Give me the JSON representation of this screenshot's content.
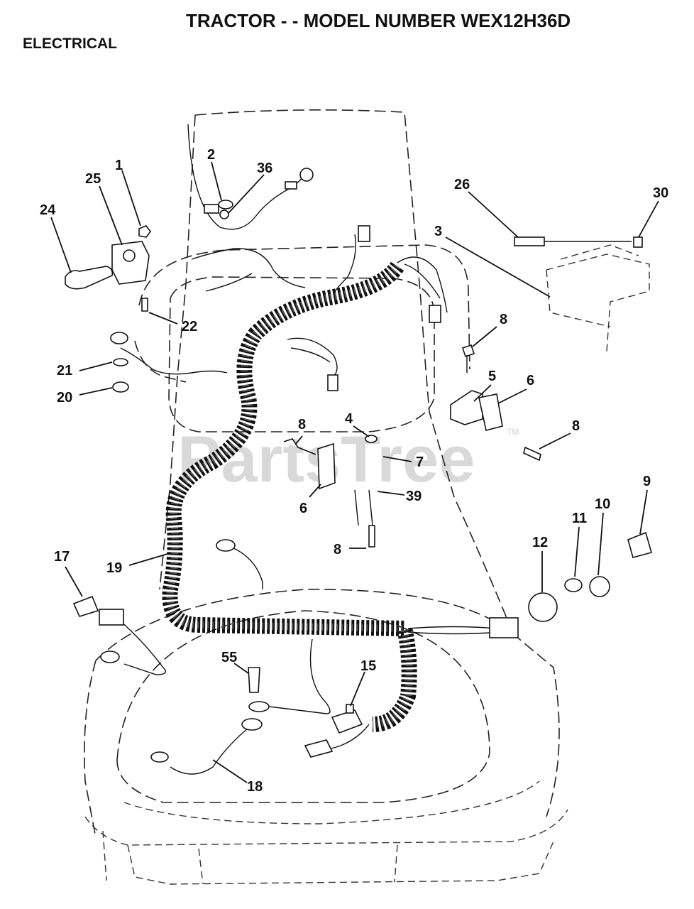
{
  "header": {
    "title": "TRACTOR - - MODEL NUMBER WEX12H36D",
    "section": "ELECTRICAL"
  },
  "watermark": {
    "text": "PartsTree",
    "trademark": "TM"
  },
  "callouts": [
    {
      "id": "c1",
      "label": "1"
    },
    {
      "id": "c25",
      "label": "25"
    },
    {
      "id": "c24",
      "label": "24"
    },
    {
      "id": "c2",
      "label": "2"
    },
    {
      "id": "c36",
      "label": "36"
    },
    {
      "id": "c26",
      "label": "26"
    },
    {
      "id": "c30",
      "label": "30"
    },
    {
      "id": "c3",
      "label": "3"
    },
    {
      "id": "c22",
      "label": "22"
    },
    {
      "id": "c8a",
      "label": "8"
    },
    {
      "id": "c21",
      "label": "21"
    },
    {
      "id": "c20",
      "label": "20"
    },
    {
      "id": "c5",
      "label": "5"
    },
    {
      "id": "c6a",
      "label": "6"
    },
    {
      "id": "c4",
      "label": "4"
    },
    {
      "id": "c8b",
      "label": "8"
    },
    {
      "id": "c8c",
      "label": "8"
    },
    {
      "id": "c7",
      "label": "7"
    },
    {
      "id": "c6b",
      "label": "6"
    },
    {
      "id": "c39",
      "label": "39"
    },
    {
      "id": "c9",
      "label": "9"
    },
    {
      "id": "c10",
      "label": "10"
    },
    {
      "id": "c11",
      "label": "11"
    },
    {
      "id": "c12",
      "label": "12"
    },
    {
      "id": "c17",
      "label": "17"
    },
    {
      "id": "c19",
      "label": "19"
    },
    {
      "id": "c8d",
      "label": "8"
    },
    {
      "id": "c55",
      "label": "55"
    },
    {
      "id": "c15",
      "label": "15"
    },
    {
      "id": "c18",
      "label": "18"
    }
  ]
}
